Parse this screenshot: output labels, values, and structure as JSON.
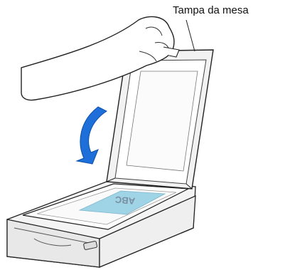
{
  "callout": {
    "label": "Tampa da mesa"
  },
  "document": {
    "text": "ABC"
  },
  "colors": {
    "arrow": "#1e6fd9",
    "document": "#9fd3e6"
  },
  "icons": {
    "arrow": "curved-down-arrow-icon",
    "hand": "hand-arm-illustration",
    "scanner": "flatbed-scanner-illustration"
  }
}
